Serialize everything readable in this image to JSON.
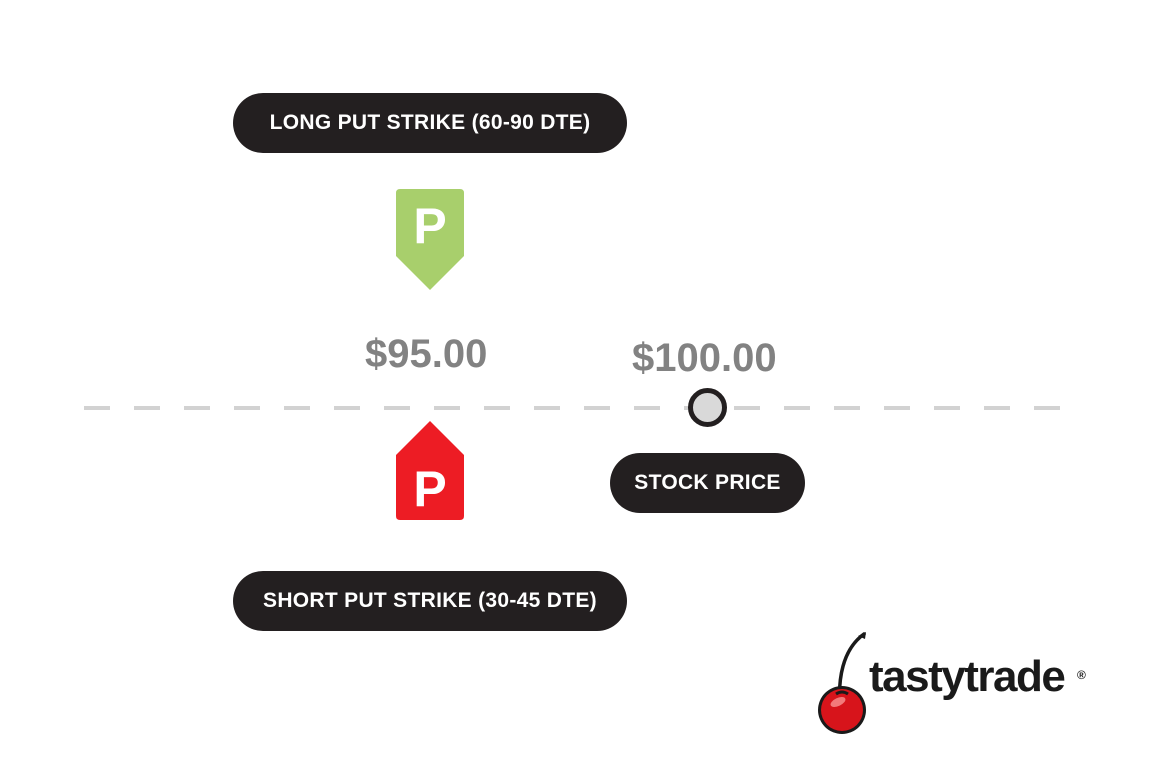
{
  "labels": {
    "long_put": "LONG PUT STRIKE (60-90 DTE)",
    "short_put": "SHORT PUT STRIKE (30-45 DTE)",
    "stock_price": "STOCK PRICE"
  },
  "prices": {
    "strike": "$95.00",
    "stock": "$100.00"
  },
  "markers": {
    "long_put": {
      "letter": "P",
      "color": "#a8cf6c",
      "icon": "put-option-tag-icon"
    },
    "short_put": {
      "letter": "P",
      "color": "#ed1c24",
      "icon": "put-option-tag-icon"
    },
    "stock": {
      "icon": "price-circle-icon",
      "color": "#d9d9d9"
    }
  },
  "logo": {
    "text": "tastytrade",
    "registered": "®",
    "icon": "cherry-icon"
  },
  "colors": {
    "pill_background": "#231f20",
    "price_text": "#828282",
    "dashed_line": "#d2d2d2"
  }
}
